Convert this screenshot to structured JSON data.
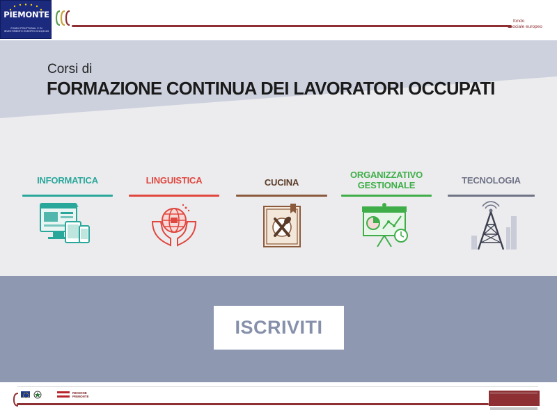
{
  "header": {
    "logo_text": "PIEMONTE",
    "logo_subtext": "FONDI STRUTTURALI E DI INVESTIMENTO EUROPEI 2014/2020",
    "fse_line1": "fondo",
    "fse_line2": "sociale europeo",
    "accent_color": "#8e2f33"
  },
  "hero": {
    "pre_title": "Corsi di",
    "title": "FORMAZIONE CONTINUA DEI LAVORATORI OCCUPATI"
  },
  "categories": [
    {
      "label": "INFORMATICA",
      "color": "#2aa79b",
      "icon": "computer-devices-icon"
    },
    {
      "label": "LINGUISTICA",
      "color": "#e0473f",
      "icon": "globe-hands-icon"
    },
    {
      "label": "CUCINA",
      "color": "#8b5a3c",
      "icon": "cutlery-icon"
    },
    {
      "label_line1": "ORGANIZZATIVO",
      "label_line2": "GESTIONALE",
      "color": "#3fae49",
      "icon": "presentation-board-icon"
    },
    {
      "label": "TECNOLOGIA",
      "color": "#6f7386",
      "icon": "transmission-tower-icon"
    }
  ],
  "signup": {
    "button_label": "ISCRIVITI"
  },
  "footer": {
    "region_text": "REGIONE PIEMONTE"
  }
}
